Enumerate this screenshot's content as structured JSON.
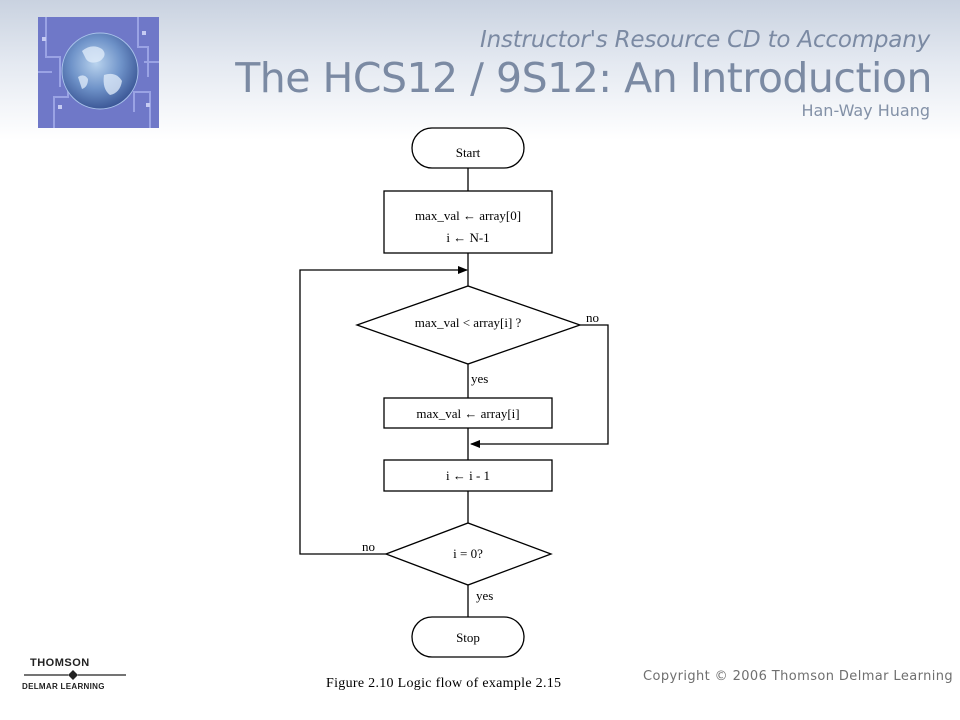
{
  "header": {
    "subtitle": "Instructor's Resource CD to Accompany",
    "title": "The HCS12 / 9S12: An Introduction",
    "author": "Han-Way Huang",
    "logo_icon": "globe-circuit-icon"
  },
  "flowchart": {
    "start_label": "Start",
    "init_line1": "max_val ← array[0]",
    "init_line2": "i ← N-1",
    "decision1": "max_val < array[i] ?",
    "decision1_no": "no",
    "decision1_yes": "yes",
    "update_max": "max_val ← array[i]",
    "decrement": "i ← i - 1",
    "decision2": "i = 0?",
    "decision2_no": "no",
    "decision2_yes": "yes",
    "stop_label": "Stop",
    "colors": {
      "line": "#000000",
      "fill": "#ffffff"
    }
  },
  "caption": "Figure 2.10 Logic flow of example 2.15",
  "footer": {
    "publisher_name": "THOMSON",
    "imprint": "DELMAR LEARNING",
    "copyright": "Copyright © 2006 Thomson Delmar Learning"
  }
}
